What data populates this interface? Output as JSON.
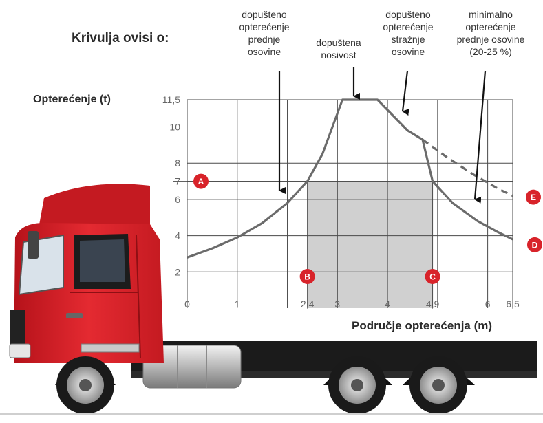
{
  "heading": "Krivulja ovisi o:",
  "annotations": [
    {
      "id": "front",
      "lines": [
        "dopušteno",
        "opterećenje",
        "prednje",
        "osovine"
      ]
    },
    {
      "id": "cap",
      "lines": [
        "dopuštena",
        "nosivost"
      ]
    },
    {
      "id": "rear",
      "lines": [
        "dopušteno",
        "opterećenje",
        "stražnje",
        "osovine"
      ]
    },
    {
      "id": "min",
      "lines": [
        "minimalno",
        "opterećenje",
        "prednje osovine",
        "(20-25 %)"
      ]
    }
  ],
  "markers": [
    "A",
    "B",
    "C",
    "D",
    "E"
  ],
  "colors": {
    "curve": "#6b6b6b",
    "marker": "#d8232a",
    "area": "#d0d0d0",
    "truck": "#d91f26"
  },
  "chart_data": {
    "type": "line",
    "ylabel": "Opterećenje (t)",
    "xlabel": "Područje opterećenja (m)",
    "xlim": [
      0,
      6.5
    ],
    "ylim": [
      0,
      11.5
    ],
    "xticks": [
      0,
      1,
      2.4,
      3,
      4,
      4.9,
      6,
      6.5
    ],
    "xtick_labels": [
      "0",
      "1",
      "2,4",
      "3",
      "4",
      "4,9",
      "6",
      "6,5"
    ],
    "yticks": [
      2,
      4,
      6,
      7,
      8,
      10,
      11.5
    ],
    "ytick_labels": [
      "2",
      "4",
      "6",
      "7",
      "8",
      "10",
      "11,5"
    ],
    "grid": true,
    "series": [
      {
        "x": [
          0,
          0.5,
          1,
          1.5,
          2,
          2.4,
          2.7,
          3.1,
          3.8,
          4.4,
          4.7,
          4.9,
          5.3,
          5.8,
          6.2,
          6.5
        ],
        "y": [
          2.8,
          3.3,
          3.9,
          4.7,
          5.8,
          7,
          8.5,
          11.5,
          11.5,
          9.8,
          9.3,
          7,
          5.8,
          4.8,
          4.2,
          3.8
        ]
      },
      {
        "x": [
          4.7,
          5.2,
          5.7,
          6.2,
          6.5
        ],
        "y": [
          9.3,
          8.3,
          7.4,
          6.6,
          6.2
        ],
        "style": "dashed"
      }
    ],
    "shaded_region": {
      "x": [
        2.4,
        4.9
      ],
      "y": [
        0,
        7
      ]
    }
  }
}
